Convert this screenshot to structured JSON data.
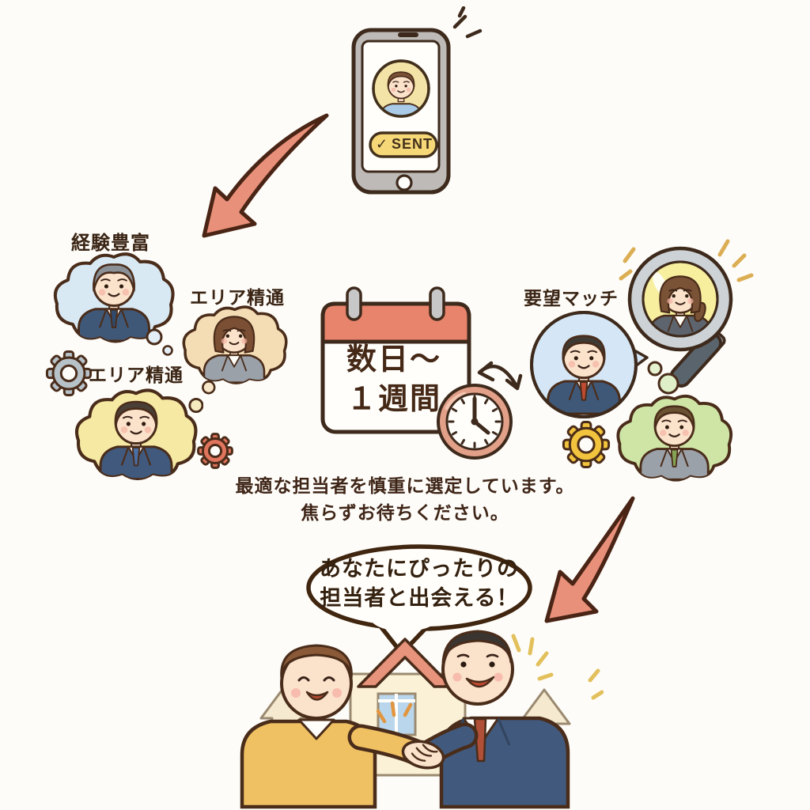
{
  "palette": {
    "outline": "#4a2c1a",
    "page_bg": "#fdfcf8",
    "salmon_arrow": "#e8907a",
    "calendar_header": "#e8846b",
    "clock_rim": "#e2a089",
    "sent_pill_yellow": "#f6d878",
    "avatar_bg_yellow": "#f3e3a6",
    "cloud_blue": "#d8e9f4",
    "cloud_tan": "#f4ddb5",
    "cloud_yellow": "#f6e9a3",
    "cloud_green": "#cfe5a6",
    "bubble_circle_blue": "#d5e7f6",
    "gear_gray": "#b7c1c8",
    "gear_red": "#e0745c",
    "gear_yellow": "#f2c33d",
    "lens_yellow": "#f7ef9e",
    "magnifier_rim": "#ccd2d5",
    "magnifier_handle": "#5a646c",
    "sparkle_gold": "#dcae54",
    "sparkle_orange": "#e2953f",
    "house_wall": "#faf1d7",
    "house_roof": "#e8937b",
    "window_blue": "#b9d6ec",
    "bg_arrow_cream": "#f5ead0",
    "sweater_yellow": "#f0c163",
    "suit_navy": "#41597c",
    "skin": "#fbe2cb"
  },
  "phone": {
    "check_icon": "✓",
    "status_label": "SENT"
  },
  "left_group": {
    "label_experience": "経験豊富",
    "label_area_top": "エリア精通",
    "label_area_bottom": "エリア精通"
  },
  "right_group": {
    "label_match": "要望マッチ"
  },
  "calendar": {
    "duration_line1": "数日〜",
    "duration_line2": "１週間"
  },
  "message": {
    "line1": "最適な担当者を慎重に選定しています。",
    "line2": "焦らずお待ちください。"
  },
  "speech_bubble": {
    "line1": "あなたにぴったりの",
    "line2": "担当者と出会える！"
  },
  "people": {
    "phone_boy": {
      "role": "profile-avatar-boy",
      "hair": "#7a5236",
      "hair_style": "short",
      "style": "casual",
      "shirt": "#a9cbe7",
      "skin": "#fbe2cb"
    },
    "experienced_agent": {
      "role": "experienced-agent",
      "hair": "#8a9096",
      "hair_style": "older",
      "style": "suit",
      "suit": "#3f5878",
      "tie": "#2f4a6e",
      "skin": "#fbe2cb"
    },
    "area_expert_woman": {
      "role": "area-expert-woman",
      "hair": "#7a4f33",
      "hair_style": "bob",
      "style": "suit",
      "suit": "#9aa1a9",
      "skin": "#fbe2cb"
    },
    "area_expert_man": {
      "role": "area-expert-man",
      "hair": "#4a4038",
      "hair_style": "short",
      "style": "suit",
      "suit": "#41597c",
      "tie": "#4a6fa5",
      "skin": "#fbe2cb"
    },
    "match_agent": {
      "role": "match-agent",
      "hair": "#3f3a34",
      "hair_style": "short",
      "style": "suit",
      "suit": "#3f5878",
      "tie": "#c04b32",
      "skin": "#fbe2cb"
    },
    "magnified_woman": {
      "role": "magnified-woman",
      "hair": "#7a5236",
      "hair_style": "ponytail",
      "style": "suit",
      "suit": "#5d646e",
      "skin": "#fbe2cb"
    },
    "green_cloud_man": {
      "role": "green-cloud-man",
      "hair": "#6b5232",
      "hair_style": "short",
      "style": "suit",
      "suit": "#9aa1a9",
      "tie": "#85a355",
      "skin": "#fbe2cb"
    }
  }
}
